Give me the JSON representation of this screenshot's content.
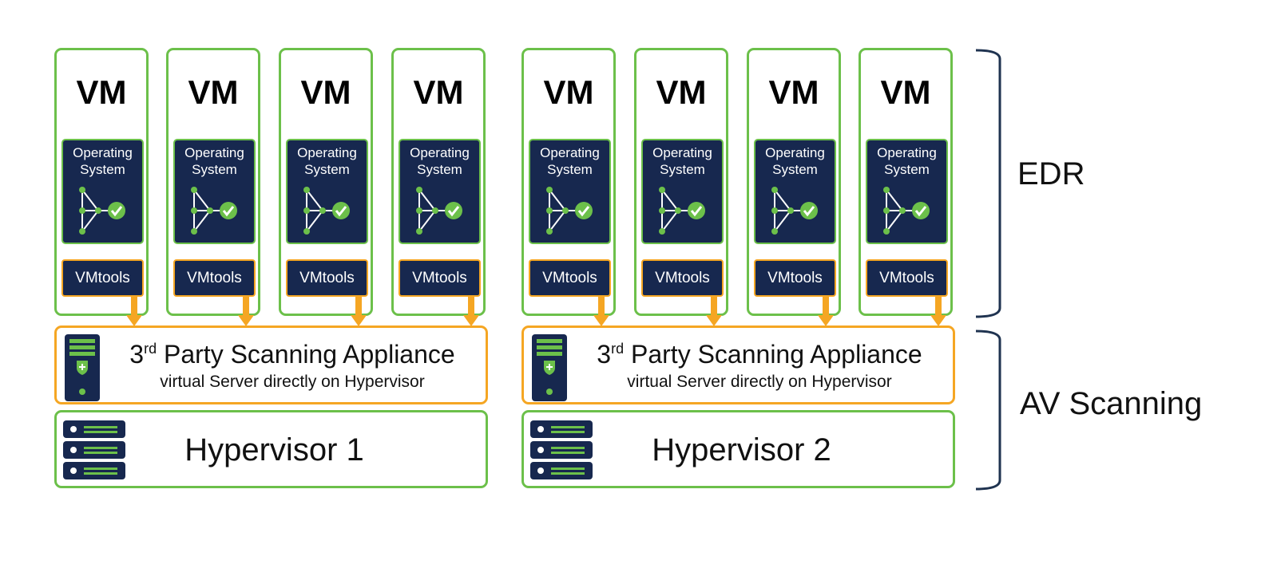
{
  "clusters": [
    {
      "vms": [
        {
          "title": "VM",
          "os_line1": "Operating",
          "os_line2": "System",
          "tools": "VMtools"
        },
        {
          "title": "VM",
          "os_line1": "Operating",
          "os_line2": "System",
          "tools": "VMtools"
        },
        {
          "title": "VM",
          "os_line1": "Operating",
          "os_line2": "System",
          "tools": "VMtools"
        },
        {
          "title": "VM",
          "os_line1": "Operating",
          "os_line2": "System",
          "tools": "VMtools"
        }
      ],
      "appliance": {
        "title_prefix": "3",
        "title_sup": "rd",
        "title_rest": " Party Scanning Appliance",
        "subtitle": "virtual Server directly on Hypervisor"
      },
      "hypervisor": {
        "label": "Hypervisor 1"
      }
    },
    {
      "vms": [
        {
          "title": "VM",
          "os_line1": "Operating",
          "os_line2": "System",
          "tools": "VMtools"
        },
        {
          "title": "VM",
          "os_line1": "Operating",
          "os_line2": "System",
          "tools": "VMtools"
        },
        {
          "title": "VM",
          "os_line1": "Operating",
          "os_line2": "System",
          "tools": "VMtools"
        },
        {
          "title": "VM",
          "os_line1": "Operating",
          "os_line2": "System",
          "tools": "VMtools"
        }
      ],
      "appliance": {
        "title_prefix": "3",
        "title_sup": "rd",
        "title_rest": " Party Scanning Appliance",
        "subtitle": "virtual Server directly on Hypervisor"
      },
      "hypervisor": {
        "label": "Hypervisor 2"
      }
    }
  ],
  "side_labels": {
    "edr": "EDR",
    "av": "AV Scanning"
  },
  "icons": {
    "os": "endpoint-protection-icon",
    "appliance": "security-appliance-icon",
    "hypervisor": "server-rack-icon",
    "arrow": "down-arrow-icon"
  },
  "colors": {
    "green": "#6cc04a",
    "orange": "#f5a623",
    "navy": "#17284f",
    "bracket": "#1f3350"
  }
}
